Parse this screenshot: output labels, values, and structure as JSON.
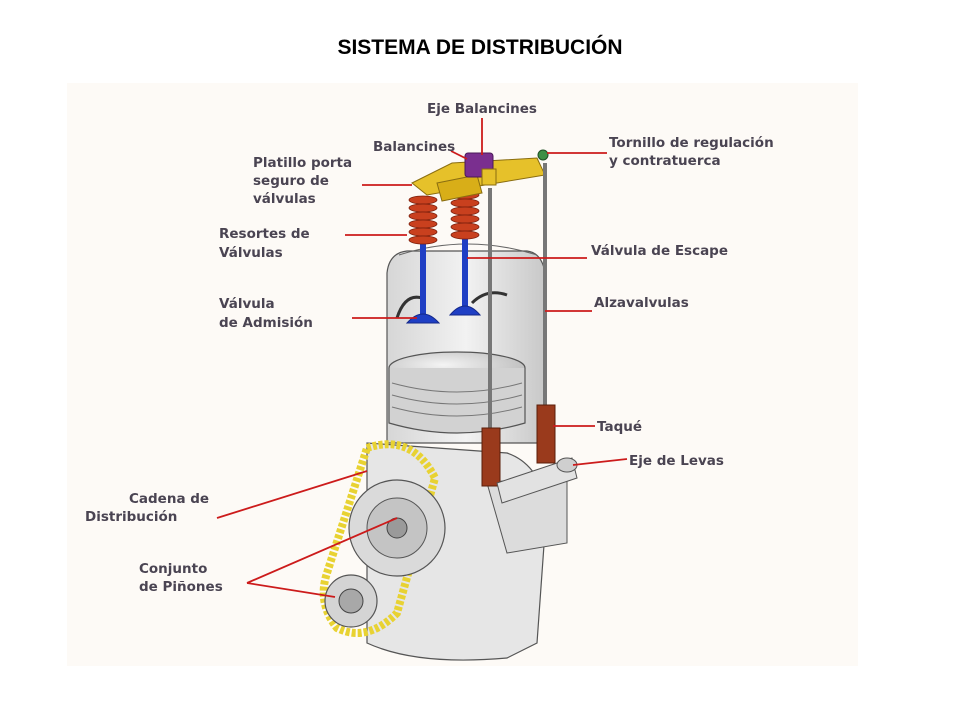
{
  "title": "SISTEMA DE DISTRIBUCIÓN",
  "labels": {
    "eje_balancines": "Eje Balancines",
    "balancines": "Balancines",
    "tornillo_1": "Tornillo de regulación",
    "tornillo_2": "y contratuerca",
    "platillo_1": "Platillo porta",
    "platillo_2": "seguro de",
    "platillo_3": "válvulas",
    "resortes_1": "Resortes de",
    "resortes_2": "Válvulas",
    "valvula_escape": "Válvula de Escape",
    "valvula_admision_1": "Válvula",
    "valvula_admision_2": "de Admisión",
    "alzavalvulas": "Alzavalvulas",
    "taque": "Taqué",
    "eje_levas": "Eje de Levas",
    "cadena_1": "Cadena de",
    "cadena_2": "Distribución",
    "conjunto_1": "Conjunto",
    "conjunto_2": "de Piñones"
  },
  "colors": {
    "leader_line": "#cc1b1b",
    "label_text": "#4a4452",
    "chain": "#e8d232",
    "spring": "#c9401e",
    "valve": "#1f3fc4",
    "tappet": "#9a3a1c",
    "rocker": "#e6c12a",
    "rocker_shaft": "#7a2f8f"
  }
}
